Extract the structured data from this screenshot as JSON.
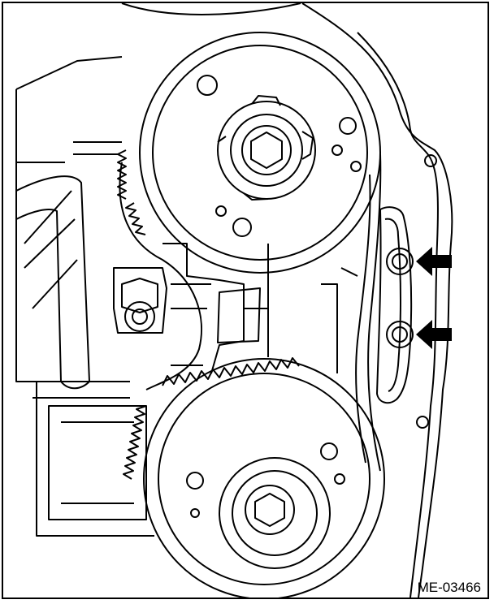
{
  "figure": {
    "code": "ME-03466",
    "stroke": "#000000",
    "background": "#ffffff"
  },
  "arrows": [
    {
      "icon": "arrow-left-icon",
      "target": "upper-guide-bolt"
    },
    {
      "icon": "arrow-left-icon",
      "target": "lower-guide-bolt"
    }
  ]
}
